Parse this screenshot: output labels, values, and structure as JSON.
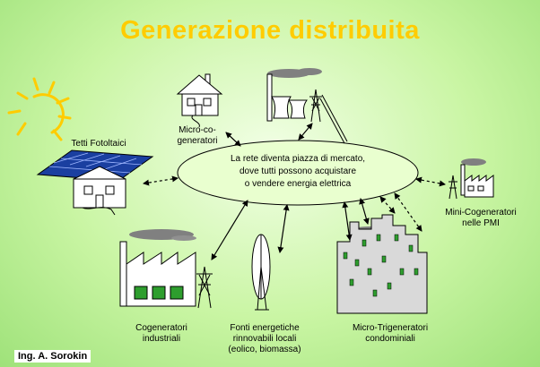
{
  "title": "Generazione distribuita",
  "hub": {
    "text": "La rete diventa piazza di mercato,\ndove tutti possono acquistare\no vendere energia elettrica"
  },
  "nodes": {
    "tetti_fotovoltaici": "Tetti Fotoltaici",
    "micro_cogeneratori": "Micro-co-\ngeneratori",
    "mini_cogeneratori": "Mini-Cogeneratori\nnelle PMI",
    "cogeneratori_industriali": "Cogeneratori\nindustriali",
    "fonti_rinnovabili": "Fonti energetiche\nrinnovabili locali\n(eolico, biomassa)",
    "micro_trigeneratori": "Micro-Trigeneratori\ncondominiali"
  },
  "author": "Ing. A. Sorokin",
  "colors": {
    "title": "#ffcc00",
    "sun": "#ffcc00",
    "solar_panel": "#1a3fa0",
    "hub_fill": "#e9ffcf",
    "building": "#d9d9d9",
    "window": "#2e9e2e",
    "smoke": "#808080"
  }
}
